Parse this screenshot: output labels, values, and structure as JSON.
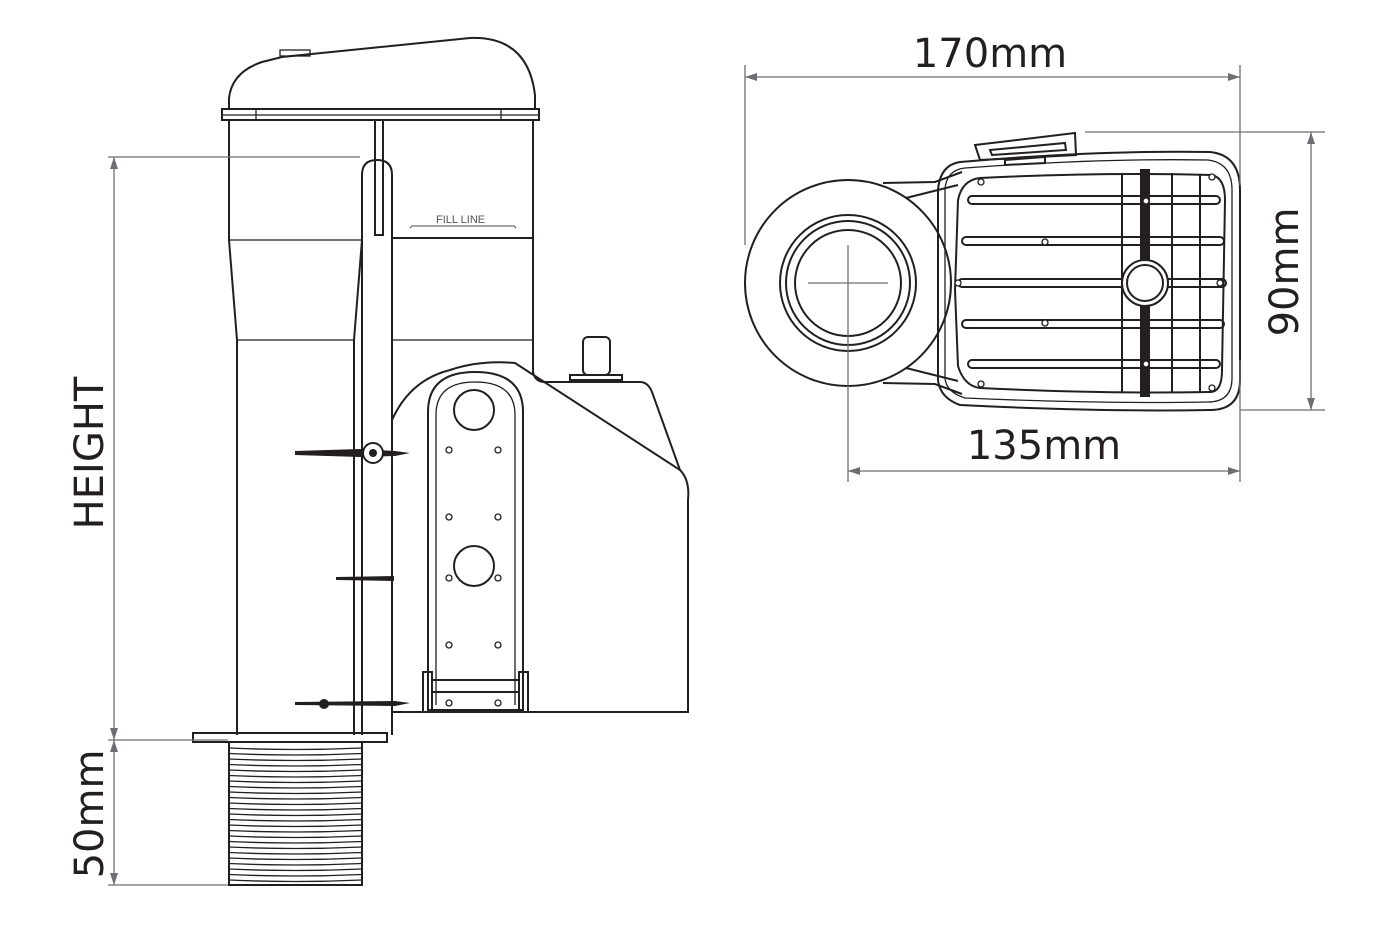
{
  "side_view": {
    "fill_line_label": "FILL LINE",
    "height_label": "HEIGHT",
    "thread_label": "50mm"
  },
  "top_view": {
    "width_label": "170mm",
    "depth_label": "90mm",
    "center_distance_label": "135mm"
  },
  "colors": {
    "line": "#231f20",
    "dimension": "#6d6e71",
    "background": "#ffffff"
  }
}
